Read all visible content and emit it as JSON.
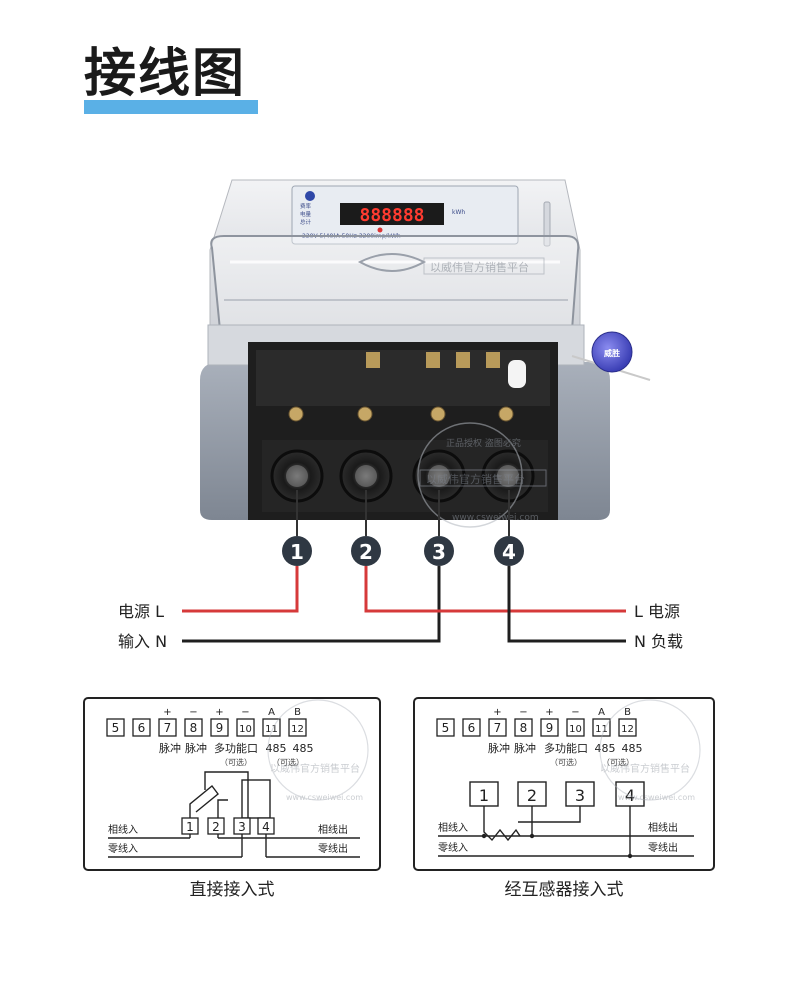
{
  "title": "接线图",
  "meter": {
    "display": "888888",
    "unit": "kWh",
    "spec": "220V 5(40)A 50Hz 3200imp/kWh",
    "brand_mark": "威胜",
    "seal_text": "威胜",
    "labels": [
      "费率",
      "电量",
      "总计"
    ]
  },
  "terminals": [
    "1",
    "2",
    "3",
    "4"
  ],
  "wiring": {
    "left_top": "电源 L",
    "left_bottom": "输入 N",
    "right_top": "L 电源",
    "right_bottom": "N 负载"
  },
  "watermark": {
    "store": "以威伟官方销售平台",
    "url": "www.csweiwei.com",
    "stamp": "正品授权 盗图必究"
  },
  "diagrams": [
    {
      "caption": "直接接入式",
      "top_terminals": [
        "5",
        "6",
        "7",
        "8",
        "9",
        "10",
        "11",
        "12"
      ],
      "polarity": [
        "",
        "",
        "+",
        "−",
        "+",
        "−",
        "A",
        "B"
      ],
      "func_labels": [
        "脉冲",
        "脉冲",
        "多功能口",
        "485",
        "485"
      ],
      "optional": "（可选）",
      "bottom_terminals": [
        "1",
        "2",
        "3",
        "4"
      ],
      "phase_in": "相线入",
      "phase_out": "相线出",
      "neutral_in": "零线入",
      "neutral_out": "零线出"
    },
    {
      "caption": "经互感器接入式",
      "top_terminals": [
        "5",
        "6",
        "7",
        "8",
        "9",
        "10",
        "11",
        "12"
      ],
      "polarity": [
        "",
        "",
        "+",
        "−",
        "+",
        "−",
        "A",
        "B"
      ],
      "func_labels": [
        "脉冲",
        "脉冲",
        "多功能口",
        "485",
        "485"
      ],
      "optional": "（可选）",
      "bottom_terminals": [
        "1",
        "2",
        "3",
        "4"
      ],
      "phase_in": "相线入",
      "phase_out": "相线出",
      "neutral_in": "零线入",
      "neutral_out": "零线出"
    }
  ]
}
